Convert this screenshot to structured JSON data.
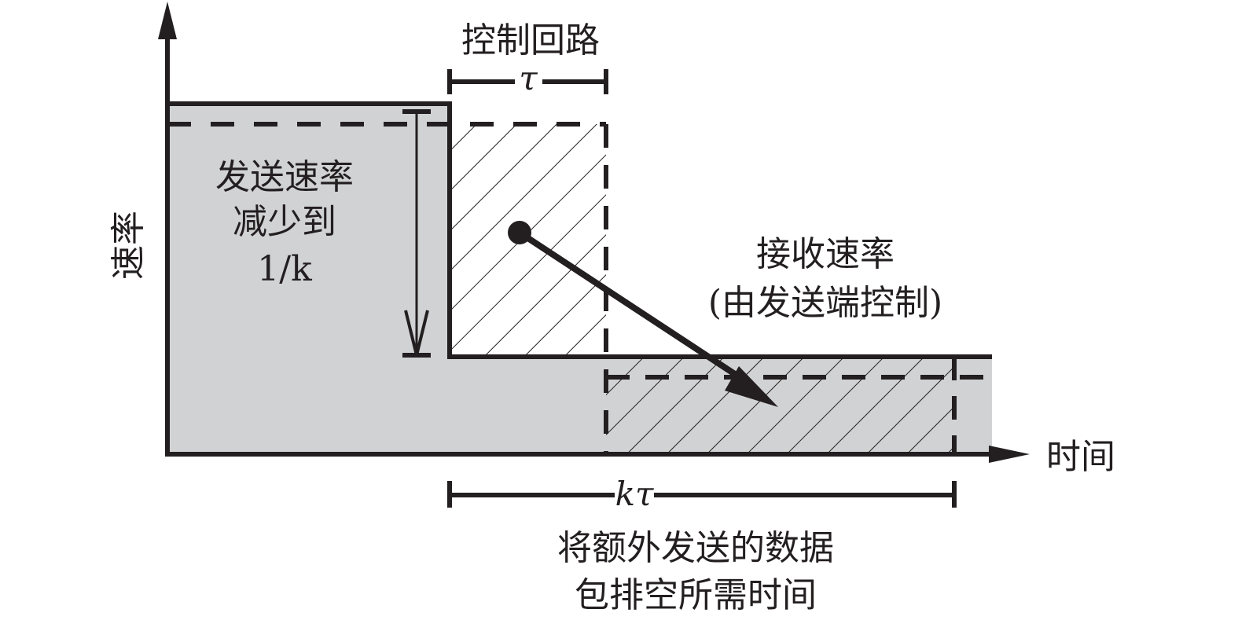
{
  "diagram": {
    "title": "Control loop rate reduction diagram",
    "axes": {
      "y_label": "速率",
      "x_label": "时间"
    },
    "labels": {
      "control_loop": "控制回路",
      "tau": "τ",
      "send_rate_line1": "发送速率",
      "send_rate_line2": "减少到",
      "send_rate_line3": "1/k",
      "receive_rate_line1": "接收速率",
      "receive_rate_line2": "(由发送端控制)",
      "k_tau": "kτ",
      "drain_line1": "将额外发送的数据",
      "drain_line2": "包排空所需时间"
    },
    "colors": {
      "ink": "#231f20",
      "fill": "#d1d2d3",
      "background": "#ffffff"
    }
  }
}
